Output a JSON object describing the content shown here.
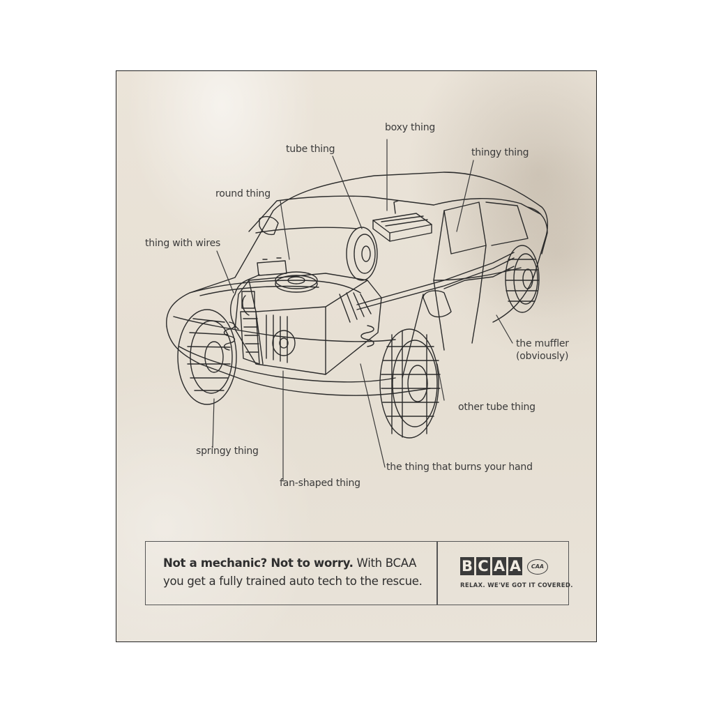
{
  "labels": {
    "boxy_thing": "boxy thing",
    "tube_thing": "tube thing",
    "thingy_thing": "thingy thing",
    "round_thing": "round thing",
    "thing_with_wires": "thing with wires",
    "muffler_line1": "the muffler",
    "muffler_line2": "(obviously)",
    "other_tube_thing": "other tube thing",
    "springy_thing": "springy thing",
    "burns_hand": "the thing that burns your hand",
    "fan_shaped": "fan-shaped thing"
  },
  "footer": {
    "headline_bold": "Not a mechanic? Not to worry.",
    "headline_rest": " With BCAA",
    "line2": "you get a fully trained auto tech to the rescue."
  },
  "logo": {
    "letters": [
      "B",
      "C",
      "A",
      "A"
    ],
    "badge": "CAA",
    "tagline": "RELAX. WE'VE GOT IT COVERED."
  },
  "colors": {
    "paper": "#e9e2d7",
    "ink": "#3a3a3a"
  }
}
